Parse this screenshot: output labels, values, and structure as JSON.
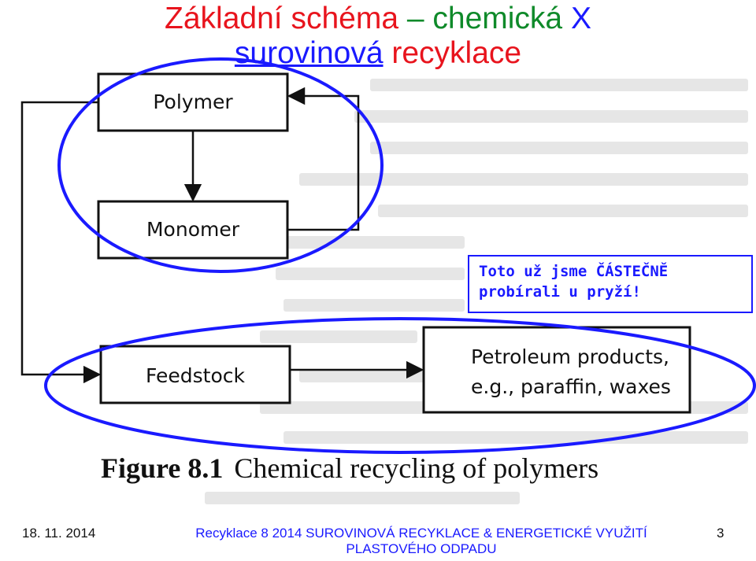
{
  "title": {
    "part1": "Základní schéma ",
    "dash": "–",
    "part2": " chemická ",
    "x": "X",
    "line2a": "surovinová",
    "line2b": " recyklace"
  },
  "diagram": {
    "polymer": "Polymer",
    "monomer": "Monomer",
    "feedstock": "Feedstock",
    "petroleum_line1": "Petroleum products,",
    "petroleum_line2": "e.g., paraffin, waxes"
  },
  "note": {
    "line1": "Toto už jsme ČÁSTEČNĚ",
    "line2": "probírali u pryží!"
  },
  "caption": {
    "figure": "Figure 8.1",
    "text": "Chemical recycling of polymers"
  },
  "footer": {
    "date": "18. 11. 2014",
    "course_line1": "Recyklace 8 2014 SUROVINOVÁ RECYKLACE & ENERGETICKÉ VYUŽITÍ",
    "course_line2": "PLASTOVÉHO ODPADU",
    "page": "3"
  },
  "colors": {
    "title_red": "#e8141d",
    "title_green": "#0f8a2a",
    "accent_blue": "#1a1aff"
  }
}
